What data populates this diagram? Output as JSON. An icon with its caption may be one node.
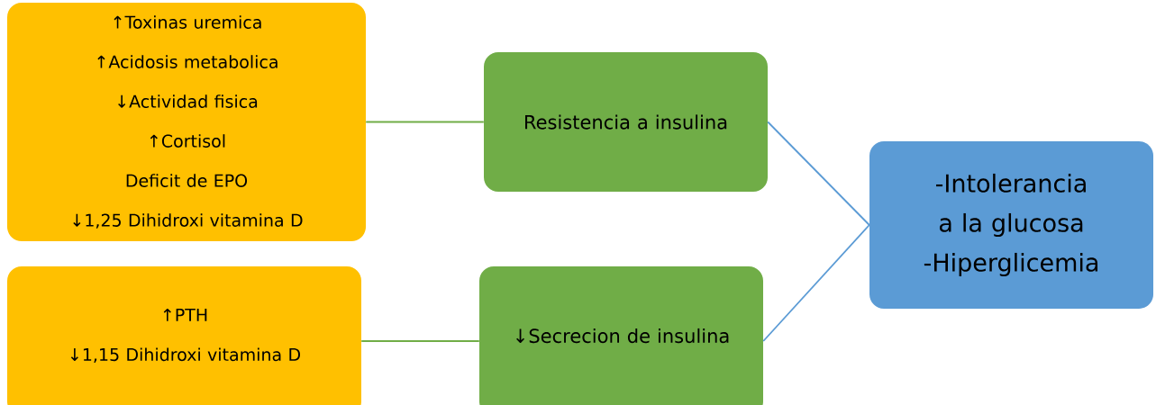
{
  "diagram": {
    "nodes": [
      {
        "text": [
          "↑Toxinas uremica",
          "↑Acidosis metabolica",
          "↓Actividad fisica",
          "↑Cortisol",
          "Deficit de EPO",
          "↓1,25 Dihidroxi vitamina D"
        ]
      },
      {
        "text": [
          "↑PTH",
          "↓1,15 Dihidroxi vitamina D"
        ]
      },
      {
        "text": [
          "Resistencia a insulina"
        ]
      },
      {
        "text": [
          "↓Secrecion de insulina"
        ]
      },
      {
        "text": [
          "-Intolerancia a la glucosa",
          "-Hiperglicemia"
        ]
      }
    ],
    "edges": [
      {
        "from": 0,
        "to": 2,
        "arrow": "none",
        "color": "#70ad47"
      },
      {
        "from": 1,
        "to": 3,
        "arrow": "none",
        "color": "#70ad47"
      },
      {
        "from": 2,
        "to": 4,
        "arrow": "none",
        "color": "#5b9bd5"
      },
      {
        "from": 3,
        "to": 4,
        "arrow": "none",
        "color": "#5b9bd5"
      }
    ]
  }
}
